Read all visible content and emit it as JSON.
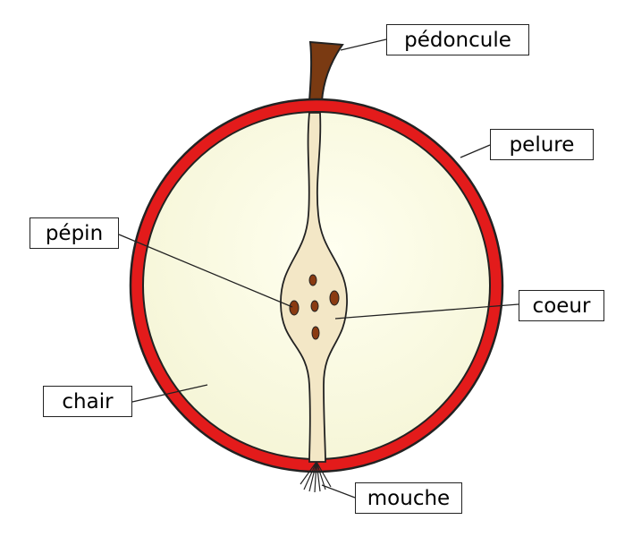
{
  "labels": {
    "pedoncule": "pédoncule",
    "pelure": "pelure",
    "pepin": "pépin",
    "coeur": "coeur",
    "chair": "chair",
    "mouche": "mouche"
  },
  "colors": {
    "skin": "#e31b1b",
    "flesh": "#fbfbe3",
    "core": "#f3e7c6",
    "stem": "#7a3a12",
    "seed": "#8a3b12",
    "outline": "#222222"
  }
}
